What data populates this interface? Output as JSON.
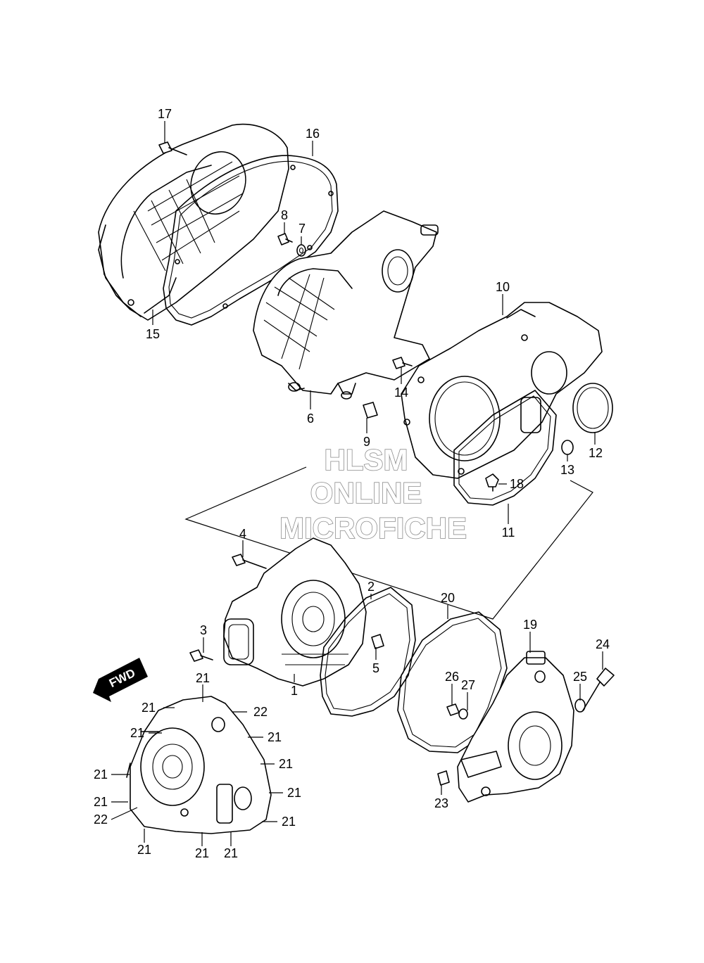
{
  "watermark": {
    "line1": "HLSM",
    "line2": "ONLINE",
    "line3": "MICROFICHE"
  },
  "direction_arrow": {
    "label": "FWD"
  },
  "callouts": [
    {
      "id": "c17",
      "text": "17"
    },
    {
      "id": "c16",
      "text": "16"
    },
    {
      "id": "c15",
      "text": "15"
    },
    {
      "id": "c8",
      "text": "8"
    },
    {
      "id": "c7",
      "text": "7"
    },
    {
      "id": "c6",
      "text": "6"
    },
    {
      "id": "c9",
      "text": "9"
    },
    {
      "id": "c10",
      "text": "10"
    },
    {
      "id": "c14",
      "text": "14"
    },
    {
      "id": "c12",
      "text": "12"
    },
    {
      "id": "c13",
      "text": "13"
    },
    {
      "id": "c18",
      "text": "18"
    },
    {
      "id": "c11",
      "text": "11"
    },
    {
      "id": "c4",
      "text": "4"
    },
    {
      "id": "c2",
      "text": "2"
    },
    {
      "id": "c3",
      "text": "3"
    },
    {
      "id": "c5",
      "text": "5"
    },
    {
      "id": "c1",
      "text": "1"
    },
    {
      "id": "c20",
      "text": "20"
    },
    {
      "id": "c19",
      "text": "19"
    },
    {
      "id": "c24",
      "text": "24"
    },
    {
      "id": "c26",
      "text": "26"
    },
    {
      "id": "c27",
      "text": "27"
    },
    {
      "id": "c25",
      "text": "25"
    },
    {
      "id": "c23",
      "text": "23"
    },
    {
      "id": "c21a",
      "text": "21"
    },
    {
      "id": "c21b",
      "text": "21"
    },
    {
      "id": "c22a",
      "text": "22"
    },
    {
      "id": "c21c",
      "text": "21"
    },
    {
      "id": "c21d",
      "text": "21"
    },
    {
      "id": "c21e",
      "text": "21"
    },
    {
      "id": "c21f",
      "text": "21"
    },
    {
      "id": "c21g",
      "text": "21"
    },
    {
      "id": "c21h",
      "text": "21"
    },
    {
      "id": "c22b",
      "text": "22"
    },
    {
      "id": "c21i",
      "text": "21"
    },
    {
      "id": "c21j",
      "text": "21"
    },
    {
      "id": "c21k",
      "text": "21"
    },
    {
      "id": "c21l",
      "text": "21"
    }
  ]
}
